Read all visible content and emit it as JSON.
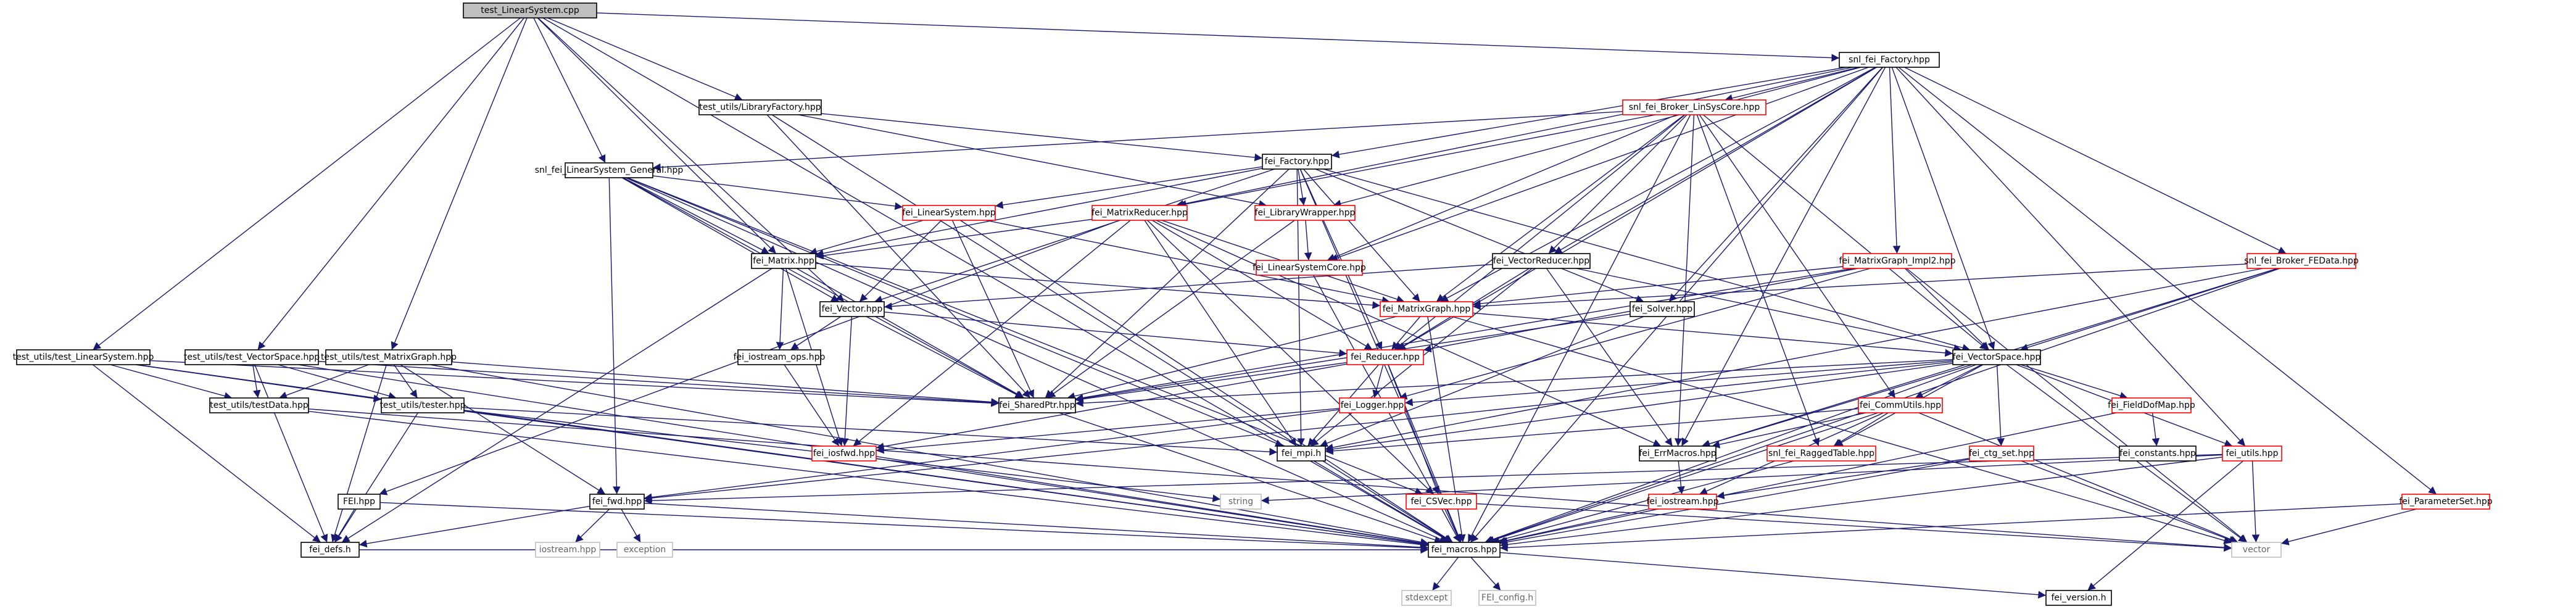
{
  "colors": {
    "edge": "#191970",
    "include_border": "#000000",
    "incomplete_border": "#ff0000",
    "external_border": "#bfbfbf",
    "external_text": "#666666",
    "root_fill": "#bfbfbf",
    "node_fill": "#ffffff"
  },
  "nodes": {
    "root": {
      "label": "test_LinearSystem.cpp",
      "kind": "root"
    },
    "snl_fac": {
      "label": "snl_fei_Factory.hpp",
      "kind": "file"
    },
    "snl_broker": {
      "label": "snl_fei_Broker_LinSysCore.hpp",
      "kind": "incomplete"
    },
    "lib_factory": {
      "label": "test_utils/LibraryFactory.hpp",
      "kind": "file"
    },
    "snl_linsys_gen": {
      "label": "snl_fei_LinearSystem_General.hpp",
      "kind": "file"
    },
    "fei_factory": {
      "label": "fei_Factory.hpp",
      "kind": "file"
    },
    "fei_linsys": {
      "label": "fei_LinearSystem.hpp",
      "kind": "incomplete"
    },
    "fei_matred": {
      "label": "fei_MatrixReducer.hpp",
      "kind": "incomplete"
    },
    "fei_libwrap": {
      "label": "fei_LibraryWrapper.hpp",
      "kind": "incomplete"
    },
    "fei_matrix": {
      "label": "fei_Matrix.hpp",
      "kind": "file"
    },
    "fei_lsc": {
      "label": "fei_LinearSystemCore.hpp",
      "kind": "incomplete"
    },
    "fei_vecred": {
      "label": "fei_VectorReducer.hpp",
      "kind": "file"
    },
    "fei_mgimpl": {
      "label": "fei_MatrixGraph_Impl2.hpp",
      "kind": "incomplete"
    },
    "snl_broker_fed": {
      "label": "snl_fei_Broker_FEData.hpp",
      "kind": "incomplete"
    },
    "fei_vector": {
      "label": "fei_Vector.hpp",
      "kind": "file"
    },
    "fei_matgraph": {
      "label": "fei_MatrixGraph.hpp",
      "kind": "incomplete"
    },
    "fei_solver": {
      "label": "fei_Solver.hpp",
      "kind": "file"
    },
    "fei_iostream_ops": {
      "label": "fei_iostream_ops.hpp",
      "kind": "file"
    },
    "fei_reducer": {
      "label": "fei_Reducer.hpp",
      "kind": "incomplete"
    },
    "fei_vecspace": {
      "label": "fei_VectorSpace.hpp",
      "kind": "file"
    },
    "tu_linsys": {
      "label": "test_utils/test_LinearSystem.hpp",
      "kind": "file"
    },
    "tu_vecspace": {
      "label": "test_utils/test_VectorSpace.hpp",
      "kind": "file"
    },
    "tu_matgraph": {
      "label": "test_utils/test_MatrixGraph.hpp",
      "kind": "file"
    },
    "tu_testdata": {
      "label": "test_utils/testData.hpp",
      "kind": "file"
    },
    "tu_tester": {
      "label": "test_utils/tester.hpp",
      "kind": "file"
    },
    "fei_sharedptr": {
      "label": "fei_SharedPtr.hpp",
      "kind": "file"
    },
    "fei_logger": {
      "label": "fei_Logger.hpp",
      "kind": "incomplete"
    },
    "fei_commutils": {
      "label": "fei_CommUtils.hpp",
      "kind": "incomplete"
    },
    "fei_fielddof": {
      "label": "fei_FieldDofMap.hpp",
      "kind": "incomplete"
    },
    "fei_iosfwd": {
      "label": "fei_iosfwd.hpp",
      "kind": "incomplete"
    },
    "fei_mpi": {
      "label": "fei_mpi.h",
      "kind": "file"
    },
    "fei_errmacros": {
      "label": "fei_ErrMacros.hpp",
      "kind": "file"
    },
    "snl_ragged": {
      "label": "snl_fei_RaggedTable.hpp",
      "kind": "incomplete"
    },
    "fei_ctg_set": {
      "label": "fei_ctg_set.hpp",
      "kind": "incomplete"
    },
    "fei_constants": {
      "label": "fei_constants.hpp",
      "kind": "file"
    },
    "fei_utils": {
      "label": "fei_utils.hpp",
      "kind": "incomplete"
    },
    "fei_hpp": {
      "label": "FEI.hpp",
      "kind": "file"
    },
    "fei_fwd": {
      "label": "fei_fwd.hpp",
      "kind": "file"
    },
    "str": {
      "label": "string",
      "kind": "external"
    },
    "fei_csvec": {
      "label": "fei_CSVec.hpp",
      "kind": "incomplete"
    },
    "fei_iostream": {
      "label": "fei_iostream.hpp",
      "kind": "incomplete"
    },
    "fei_paramset": {
      "label": "fei_ParameterSet.hpp",
      "kind": "incomplete"
    },
    "fei_defs": {
      "label": "fei_defs.h",
      "kind": "file"
    },
    "iostream_hpp": {
      "label": "iostream.hpp",
      "kind": "external"
    },
    "exception": {
      "label": "exception",
      "kind": "external"
    },
    "fei_macros": {
      "label": "fei_macros.hpp",
      "kind": "file"
    },
    "vector": {
      "label": "vector",
      "kind": "external"
    },
    "stdexcept": {
      "label": "stdexcept",
      "kind": "external"
    },
    "fei_config": {
      "label": "FEI_config.h",
      "kind": "external"
    },
    "fei_version": {
      "label": "fei_version.h",
      "kind": "file"
    }
  },
  "edges": [
    [
      "root",
      "snl_fac"
    ],
    [
      "root",
      "lib_factory"
    ],
    [
      "root",
      "snl_linsys_gen"
    ],
    [
      "root",
      "fei_matrix"
    ],
    [
      "root",
      "fei_vector"
    ],
    [
      "root",
      "tu_linsys"
    ],
    [
      "root",
      "tu_vecspace"
    ],
    [
      "root",
      "tu_matgraph"
    ],
    [
      "root",
      "fei_macros"
    ],
    [
      "snl_fac",
      "snl_broker"
    ],
    [
      "snl_fac",
      "fei_factory"
    ],
    [
      "snl_fac",
      "fei_matred"
    ],
    [
      "snl_fac",
      "fei_libwrap"
    ],
    [
      "snl_fac",
      "fei_lsc"
    ],
    [
      "snl_fac",
      "fei_vecred"
    ],
    [
      "snl_fac",
      "fei_mgimpl"
    ],
    [
      "snl_fac",
      "snl_broker_fed"
    ],
    [
      "snl_fac",
      "fei_matgraph"
    ],
    [
      "snl_fac",
      "fei_vecspace"
    ],
    [
      "snl_fac",
      "fei_reducer"
    ],
    [
      "snl_fac",
      "fei_errmacros"
    ],
    [
      "snl_fac",
      "fei_utils"
    ],
    [
      "snl_fac",
      "fei_paramset"
    ],
    [
      "snl_fac",
      "fei_macros"
    ],
    [
      "snl_fac",
      "fei_solver"
    ],
    [
      "snl_broker",
      "fei_lsc"
    ],
    [
      "snl_broker",
      "fei_vecred"
    ],
    [
      "snl_broker",
      "fei_matred"
    ],
    [
      "snl_broker",
      "fei_matgraph"
    ],
    [
      "snl_broker",
      "fei_reducer"
    ],
    [
      "snl_broker",
      "fei_vecspace"
    ],
    [
      "snl_broker",
      "fei_commutils"
    ],
    [
      "snl_broker",
      "snl_ragged"
    ],
    [
      "snl_broker",
      "fei_errmacros"
    ],
    [
      "snl_broker",
      "fei_macros"
    ],
    [
      "snl_broker",
      "snl_linsys_gen"
    ],
    [
      "lib_factory",
      "fei_factory"
    ],
    [
      "lib_factory",
      "fei_sharedptr"
    ],
    [
      "lib_factory",
      "fei_libwrap"
    ],
    [
      "lib_factory",
      "fei_macros"
    ],
    [
      "snl_linsys_gen",
      "fei_linsys"
    ],
    [
      "snl_linsys_gen",
      "fei_matrix"
    ],
    [
      "snl_linsys_gen",
      "fei_vector"
    ],
    [
      "snl_linsys_gen",
      "fei_sharedptr"
    ],
    [
      "snl_linsys_gen",
      "fei_fwd"
    ],
    [
      "snl_linsys_gen",
      "fei_csvec"
    ],
    [
      "snl_linsys_gen",
      "fei_mpi"
    ],
    [
      "snl_linsys_gen",
      "fei_macros"
    ],
    [
      "fei_factory",
      "fei_linsys"
    ],
    [
      "fei_factory",
      "fei_matrix"
    ],
    [
      "fei_factory",
      "fei_libwrap"
    ],
    [
      "fei_factory",
      "fei_matgraph"
    ],
    [
      "fei_factory",
      "fei_solver"
    ],
    [
      "fei_factory",
      "fei_vecspace"
    ],
    [
      "fei_factory",
      "fei_sharedptr"
    ],
    [
      "fei_factory",
      "fei_vector"
    ],
    [
      "fei_factory",
      "fei_mpi"
    ],
    [
      "fei_factory",
      "fei_macros"
    ],
    [
      "fei_factory",
      "fei_reducer"
    ],
    [
      "fei_linsys",
      "fei_matrix"
    ],
    [
      "fei_linsys",
      "fei_vector"
    ],
    [
      "fei_linsys",
      "fei_matgraph"
    ],
    [
      "fei_linsys",
      "fei_sharedptr"
    ],
    [
      "fei_linsys",
      "fei_macros"
    ],
    [
      "fei_matred",
      "fei_matrix"
    ],
    [
      "fei_matred",
      "fei_reducer"
    ],
    [
      "fei_matred",
      "fei_matgraph"
    ],
    [
      "fei_matred",
      "fei_iosfwd"
    ],
    [
      "fei_matred",
      "fei_mpi"
    ],
    [
      "fei_matred",
      "fei_csvec"
    ],
    [
      "fei_matred",
      "fei_hpp"
    ],
    [
      "fei_matred",
      "fei_errmacros"
    ],
    [
      "fei_libwrap",
      "fei_lsc"
    ],
    [
      "fei_libwrap",
      "fei_sharedptr"
    ],
    [
      "fei_lsc",
      "fei_macros"
    ],
    [
      "fei_matrix",
      "fei_iostream_ops"
    ],
    [
      "fei_matrix",
      "fei_matgraph"
    ],
    [
      "fei_matrix",
      "fei_sharedptr"
    ],
    [
      "fei_matrix",
      "fei_iosfwd"
    ],
    [
      "fei_matrix",
      "fei_defs"
    ],
    [
      "fei_vecred",
      "fei_vector"
    ],
    [
      "fei_vecred",
      "fei_reducer"
    ],
    [
      "fei_vecred",
      "fei_vecspace"
    ],
    [
      "fei_vecred",
      "fei_errmacros"
    ],
    [
      "fei_vecred",
      "fei_mpi"
    ],
    [
      "fei_mgimpl",
      "fei_matgraph"
    ],
    [
      "fei_mgimpl",
      "fei_vecspace"
    ],
    [
      "fei_mgimpl",
      "fei_reducer"
    ],
    [
      "fei_mgimpl",
      "fei_logger"
    ],
    [
      "fei_mgimpl",
      "fei_sharedptr"
    ],
    [
      "fei_mgimpl",
      "vector"
    ],
    [
      "snl_broker_fed",
      "fei_matgraph"
    ],
    [
      "snl_broker_fed",
      "fei_vecspace"
    ],
    [
      "snl_broker_fed",
      "fei_mpi"
    ],
    [
      "snl_broker_fed",
      "fei_macros"
    ],
    [
      "snl_broker_fed",
      "fei_errmacros"
    ],
    [
      "fei_vector",
      "fei_iostream_ops"
    ],
    [
      "fei_vector",
      "fei_sharedptr"
    ],
    [
      "fei_vector",
      "fei_reducer"
    ],
    [
      "fei_vector",
      "fei_iosfwd"
    ],
    [
      "fei_matgraph",
      "fei_reducer"
    ],
    [
      "fei_matgraph",
      "fei_vecspace"
    ],
    [
      "fei_matgraph",
      "fei_sharedptr"
    ],
    [
      "fei_matgraph",
      "fei_macros"
    ],
    [
      "fei_matgraph",
      "vector"
    ],
    [
      "fei_solver",
      "fei_sharedptr"
    ],
    [
      "fei_solver",
      "fei_mpi"
    ],
    [
      "fei_iostream_ops",
      "fei_iosfwd"
    ],
    [
      "fei_reducer",
      "fei_sharedptr"
    ],
    [
      "fei_reducer",
      "fei_logger"
    ],
    [
      "fei_reducer",
      "fei_mpi"
    ],
    [
      "fei_reducer",
      "fei_csvec"
    ],
    [
      "fei_reducer",
      "fei_macros"
    ],
    [
      "fei_reducer",
      "fei_iosfwd"
    ],
    [
      "fei_vecspace",
      "fei_sharedptr"
    ],
    [
      "fei_vecspace",
      "fei_logger"
    ],
    [
      "fei_vecspace",
      "fei_commutils"
    ],
    [
      "fei_vecspace",
      "fei_fielddof"
    ],
    [
      "fei_vecspace",
      "fei_ctg_set"
    ],
    [
      "fei_vecspace",
      "fei_utils"
    ],
    [
      "fei_vecspace",
      "fei_mpi"
    ],
    [
      "fei_vecspace",
      "fei_errmacros"
    ],
    [
      "fei_vecspace",
      "snl_ragged"
    ],
    [
      "fei_vecspace",
      "fei_fwd"
    ],
    [
      "fei_vecspace",
      "fei_macros"
    ],
    [
      "fei_vecspace",
      "vector"
    ],
    [
      "tu_linsys",
      "tu_tester"
    ],
    [
      "tu_linsys",
      "tu_testdata"
    ],
    [
      "tu_linsys",
      "fei_sharedptr"
    ],
    [
      "tu_linsys",
      "fei_defs"
    ],
    [
      "tu_linsys",
      "fei_macros"
    ],
    [
      "tu_vecspace",
      "tu_tester"
    ],
    [
      "tu_vecspace",
      "tu_testdata"
    ],
    [
      "tu_vecspace",
      "fei_sharedptr"
    ],
    [
      "tu_vecspace",
      "fei_defs"
    ],
    [
      "tu_vecspace",
      "fei_macros"
    ],
    [
      "tu_matgraph",
      "tu_tester"
    ],
    [
      "tu_matgraph",
      "tu_testdata"
    ],
    [
      "tu_matgraph",
      "fei_sharedptr"
    ],
    [
      "tu_matgraph",
      "fei_defs"
    ],
    [
      "tu_matgraph",
      "fei_macros"
    ],
    [
      "tu_matgraph",
      "fei_fwd"
    ],
    [
      "tu_testdata",
      "fei_macros"
    ],
    [
      "tu_testdata",
      "vector"
    ],
    [
      "tu_tester",
      "fei_mpi"
    ],
    [
      "tu_tester",
      "fei_macros"
    ],
    [
      "tu_tester",
      "fei_defs"
    ],
    [
      "tu_tester",
      "str"
    ],
    [
      "fei_sharedptr",
      "fei_macros"
    ],
    [
      "fei_logger",
      "fei_iosfwd"
    ],
    [
      "fei_logger",
      "fei_fwd"
    ],
    [
      "fei_commutils",
      "fei_mpi"
    ],
    [
      "fei_commutils",
      "fei_errmacros"
    ],
    [
      "fei_commutils",
      "fei_iostream"
    ],
    [
      "fei_commutils",
      "snl_ragged"
    ],
    [
      "fei_commutils",
      "fei_macros"
    ],
    [
      "fei_commutils",
      "vector"
    ],
    [
      "fei_fielddof",
      "fei_constants"
    ],
    [
      "fei_fielddof",
      "fei_macros"
    ],
    [
      "fei_iosfwd",
      "fei_macros"
    ],
    [
      "fei_mpi",
      "fei_macros"
    ],
    [
      "fei_errmacros",
      "fei_iostream"
    ],
    [
      "snl_ragged",
      "fei_macros"
    ],
    [
      "fei_ctg_set",
      "fei_iostream"
    ],
    [
      "fei_ctg_set",
      "fei_macros"
    ],
    [
      "fei_ctg_set",
      "vector"
    ],
    [
      "fei_utils",
      "fei_fwd"
    ],
    [
      "fei_utils",
      "fei_version"
    ],
    [
      "fei_utils",
      "fei_macros"
    ],
    [
      "fei_utils",
      "vector"
    ],
    [
      "fei_utils",
      "str"
    ],
    [
      "fei_hpp",
      "fei_defs"
    ],
    [
      "fei_hpp",
      "fei_macros"
    ],
    [
      "fei_fwd",
      "fei_macros"
    ],
    [
      "fei_fwd",
      "fei_defs"
    ],
    [
      "fei_fwd",
      "iostream_hpp"
    ],
    [
      "fei_fwd",
      "exception"
    ],
    [
      "fei_csvec",
      "fei_macros"
    ],
    [
      "fei_csvec",
      "vector"
    ],
    [
      "fei_iostream",
      "fei_macros"
    ],
    [
      "fei_paramset",
      "fei_macros"
    ],
    [
      "fei_paramset",
      "vector"
    ],
    [
      "fei_defs",
      "fei_macros"
    ],
    [
      "fei_macros",
      "stdexcept"
    ],
    [
      "fei_macros",
      "fei_config"
    ],
    [
      "fei_macros",
      "fei_version"
    ]
  ]
}
